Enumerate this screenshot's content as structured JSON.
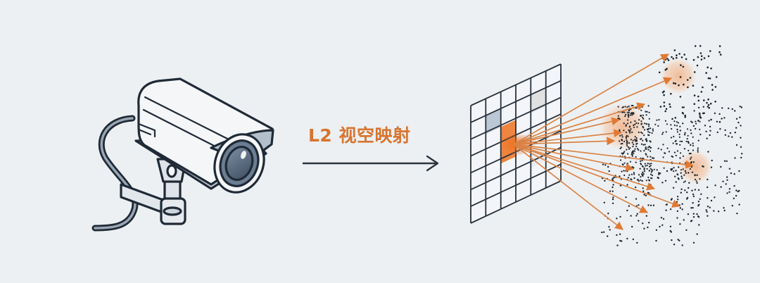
{
  "diagram": {
    "title": "L2 视空映射",
    "nodes": [
      {
        "id": "camera",
        "label": "",
        "icon": "security-camera-icon"
      },
      {
        "id": "image-grid",
        "label": "",
        "icon": "pixel-grid-icon",
        "cols": 6,
        "rows": 7
      },
      {
        "id": "point-cloud",
        "label": "",
        "icon": "3d-point-cloud-icon"
      }
    ],
    "edges": [
      {
        "from": "camera",
        "to": "image-grid",
        "label": "L2 视空映射",
        "style": "arrow"
      },
      {
        "from": "image-grid",
        "to": "point-cloud",
        "label": "",
        "style": "ray-bundle",
        "count": 12
      }
    ],
    "colors": {
      "background": "#edf0f3",
      "accent": "#d7742f",
      "stroke": "#1f2a36",
      "highlight_cell": "#ee8540",
      "secondary_cell": "#b6c2d2",
      "halo": "#f5c8a6"
    }
  }
}
